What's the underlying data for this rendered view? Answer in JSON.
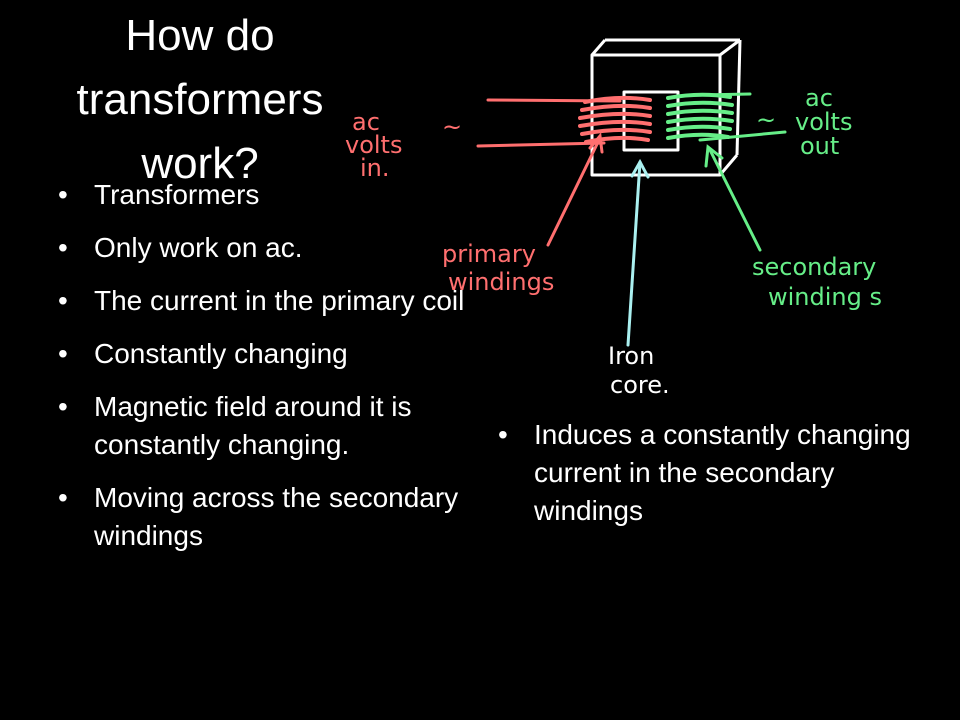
{
  "slide": {
    "title_lines": [
      "How do",
      "transformers",
      "work?"
    ],
    "left_bullets": [
      "Transformers",
      "Only work on ac.",
      "The current in the primary coil",
      "Constantly changing",
      "Magnetic field around it is constantly changing.",
      "Moving across the secondary windings"
    ],
    "right_bullets": [
      "Induces a constantly changing current in the secondary windings"
    ]
  },
  "diagram": {
    "labels": {
      "ac_in": [
        "ac",
        "volts",
        "in."
      ],
      "ac_out": [
        "ac",
        "volts",
        "out"
      ],
      "primary": [
        "primary",
        "windings"
      ],
      "secondary": [
        "secondary",
        "winding s"
      ],
      "core": [
        "Iron",
        "core."
      ],
      "tilde_in": "~",
      "tilde_out": "~"
    },
    "colors": {
      "primary": "#ff6f6f",
      "secondary": "#66ee88",
      "core": "#ffffff",
      "arrow_core": "#aaf0f0"
    }
  }
}
